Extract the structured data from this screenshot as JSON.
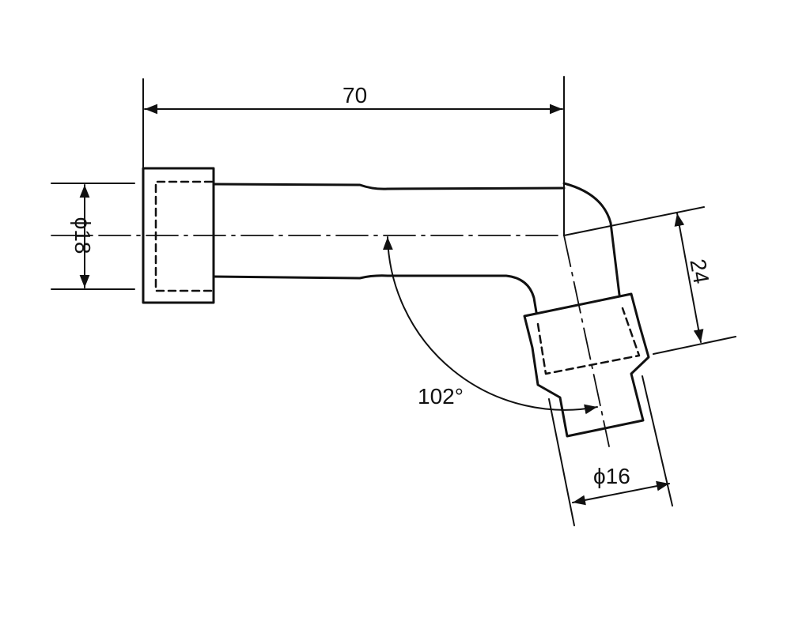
{
  "title": "Angled spark plug connector technical drawing",
  "dimensions": {
    "length": "70",
    "inlet_diameter": "ϕ18",
    "offset": "24",
    "outlet_diameter": "ϕ16",
    "angle": "102°"
  },
  "colors": {
    "line": "#111111",
    "background": "#ffffff"
  }
}
